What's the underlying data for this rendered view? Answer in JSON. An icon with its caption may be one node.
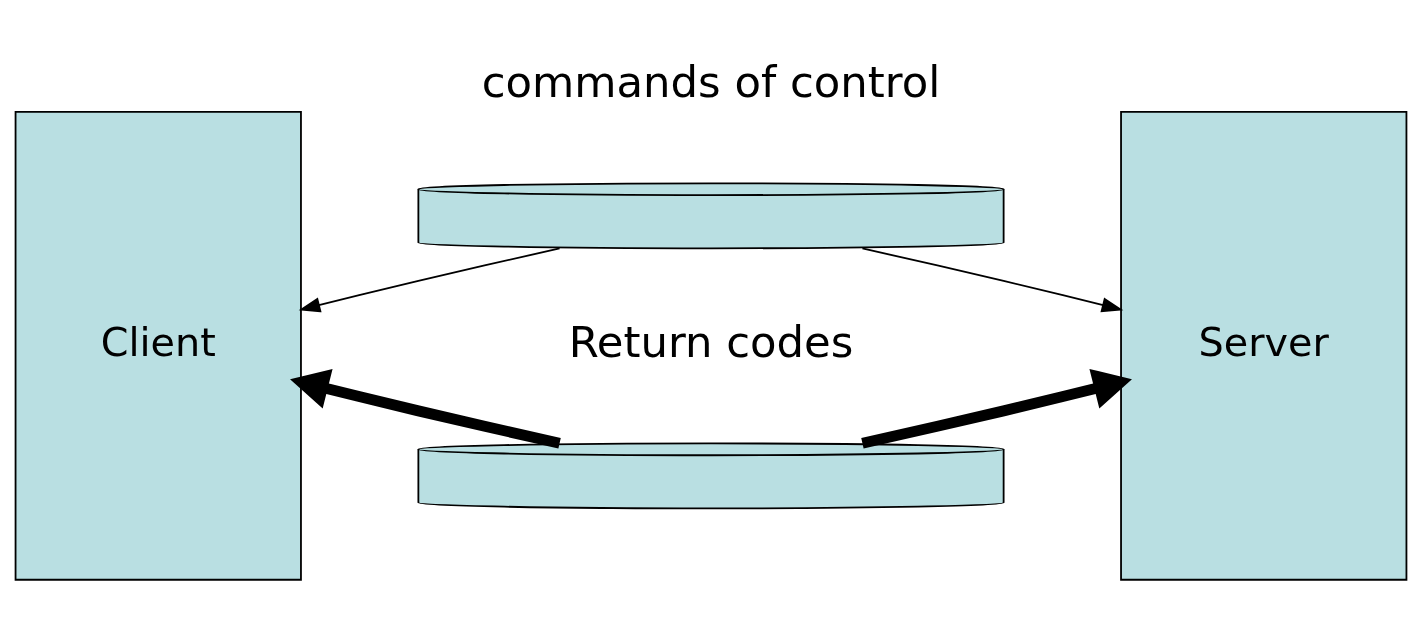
{
  "diagram": {
    "nodes": [
      {
        "text": [
          "Client"
        ]
      },
      {
        "text": [
          "Server"
        ]
      },
      {
        "text": [],
        "shape": "cylinder"
      },
      {
        "text": [],
        "shape": "cylinder"
      }
    ],
    "edges": [
      {
        "from": 2,
        "to": 0,
        "arrow": "to"
      },
      {
        "from": 2,
        "to": 1,
        "arrow": "to"
      },
      {
        "from": 3,
        "to": 0,
        "arrow": "to",
        "style": "thick"
      },
      {
        "from": 3,
        "to": 1,
        "arrow": "to",
        "style": "thick"
      }
    ],
    "labels": [
      "commands of control",
      "Return codes"
    ]
  }
}
